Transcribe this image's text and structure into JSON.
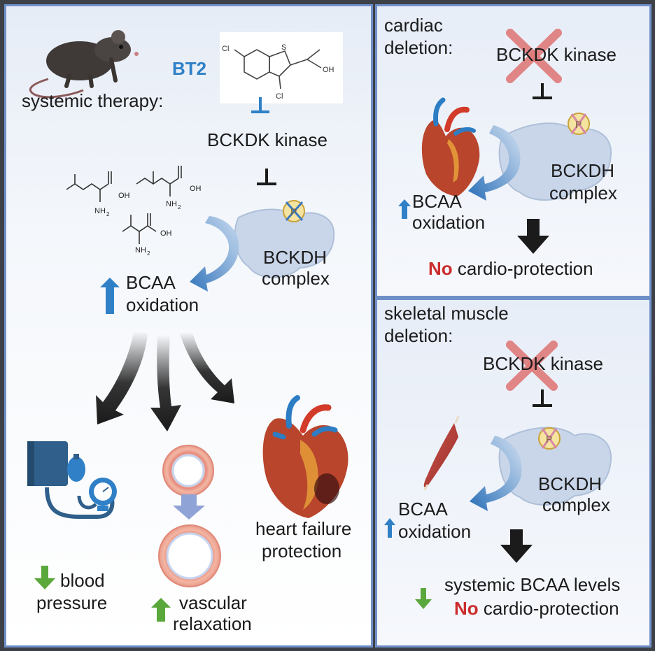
{
  "left_panel": {
    "systemic_label": "systemic therapy:",
    "drug_name": "BT2",
    "molecule_labels": {
      "bt2_cl_top": "Cl",
      "bt2_s": "S",
      "bt2_cl_bottom": "Cl",
      "bt2_oh": "OH",
      "oh": "OH",
      "nh2": "NH",
      "nh2_sub": "2"
    },
    "kinase_label": "BCKDK kinase",
    "complex_label_1": "BCKDH",
    "complex_label_2": "complex",
    "p_label": "P",
    "oxidation_line1": "BCAA",
    "oxidation_line2": "oxidation",
    "bp_line1": "blood",
    "bp_line2": "pressure",
    "vasc_line1": "vascular",
    "vasc_line2": "relaxation",
    "hf_line1": "heart failure",
    "hf_line2": "protection"
  },
  "cardiac_panel": {
    "title_line1": "cardiac",
    "title_line2": "deletion:",
    "kinase_label": "BCKDK kinase",
    "complex_label_1": "BCKDH",
    "complex_label_2": "complex",
    "p_label": "P",
    "oxidation_line1": "BCAA",
    "oxidation_line2": "oxidation",
    "no_word": "No",
    "outcome": "cardio-protection"
  },
  "skeletal_panel": {
    "title_line1": "skeletal muscle",
    "title_line2": "deletion:",
    "kinase_label": "BCKDK kinase",
    "complex_label_1": "BCKDH",
    "complex_label_2": "complex",
    "p_label": "P",
    "oxidation_line1": "BCAA",
    "oxidation_line2": "oxidation",
    "levels_label": "systemic BCAA levels",
    "no_word": "No",
    "outcome": "cardio-protection"
  },
  "colors": {
    "panel_border": "#6f8fc9",
    "accent_blue": "#2f80c7",
    "no_red": "#cc2c2c",
    "cross_red": "#e07a7a",
    "green_arrow": "#5aa83c",
    "complex_fill": "#c9d6ea"
  }
}
